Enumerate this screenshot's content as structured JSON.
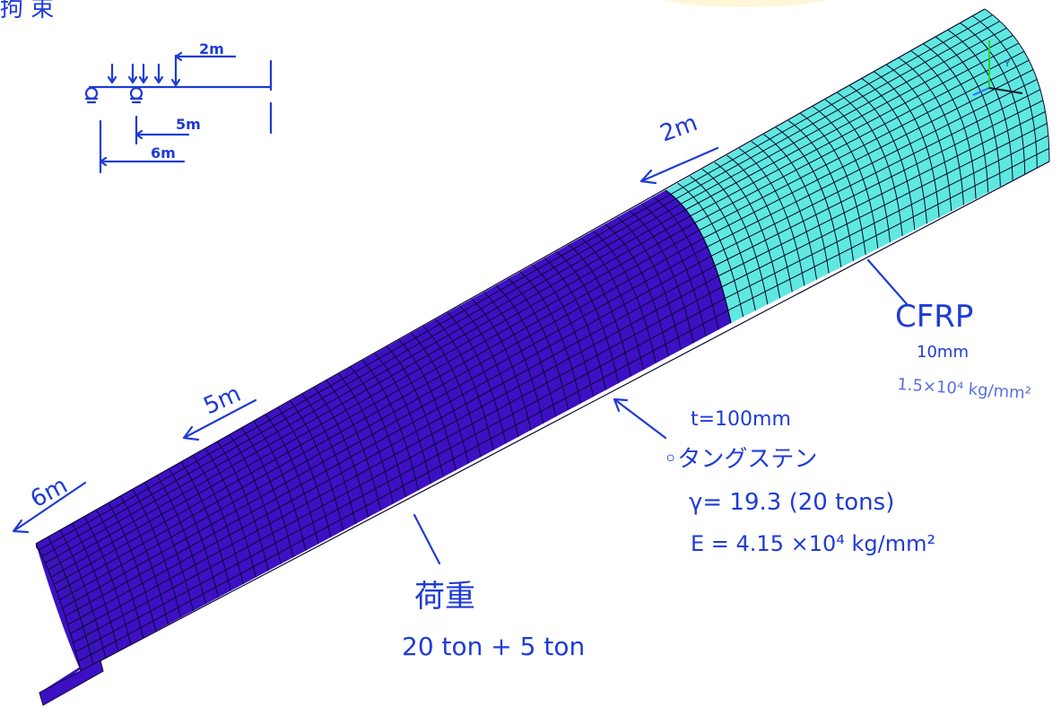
{
  "title_fragment": "拘 束",
  "support_sketch": {
    "dim_2m": "2m",
    "dim_5m": "5m",
    "dim_6m": "6m"
  },
  "markers": {
    "m2": "2m",
    "m5": "5m",
    "m6": "6m"
  },
  "cfrp": {
    "name": "CFRP",
    "thickness": "10mm",
    "modulus": "1.5×10⁴ kg/mm²"
  },
  "tungsten": {
    "thickness": "t=100mm",
    "name": "◦タングステン",
    "density": "γ= 19.3 (20 tons)",
    "modulus": "E = 4.15 ×10⁴ kg/mm²"
  },
  "load": {
    "label": "荷重",
    "value": "20 ton + 5 ton"
  },
  "colors": {
    "tungsten_mesh": "#3d10c4",
    "cfrp_mesh": "#5fe8e0",
    "ink": "#1f3bd6",
    "grid_line": "#0b0830"
  }
}
